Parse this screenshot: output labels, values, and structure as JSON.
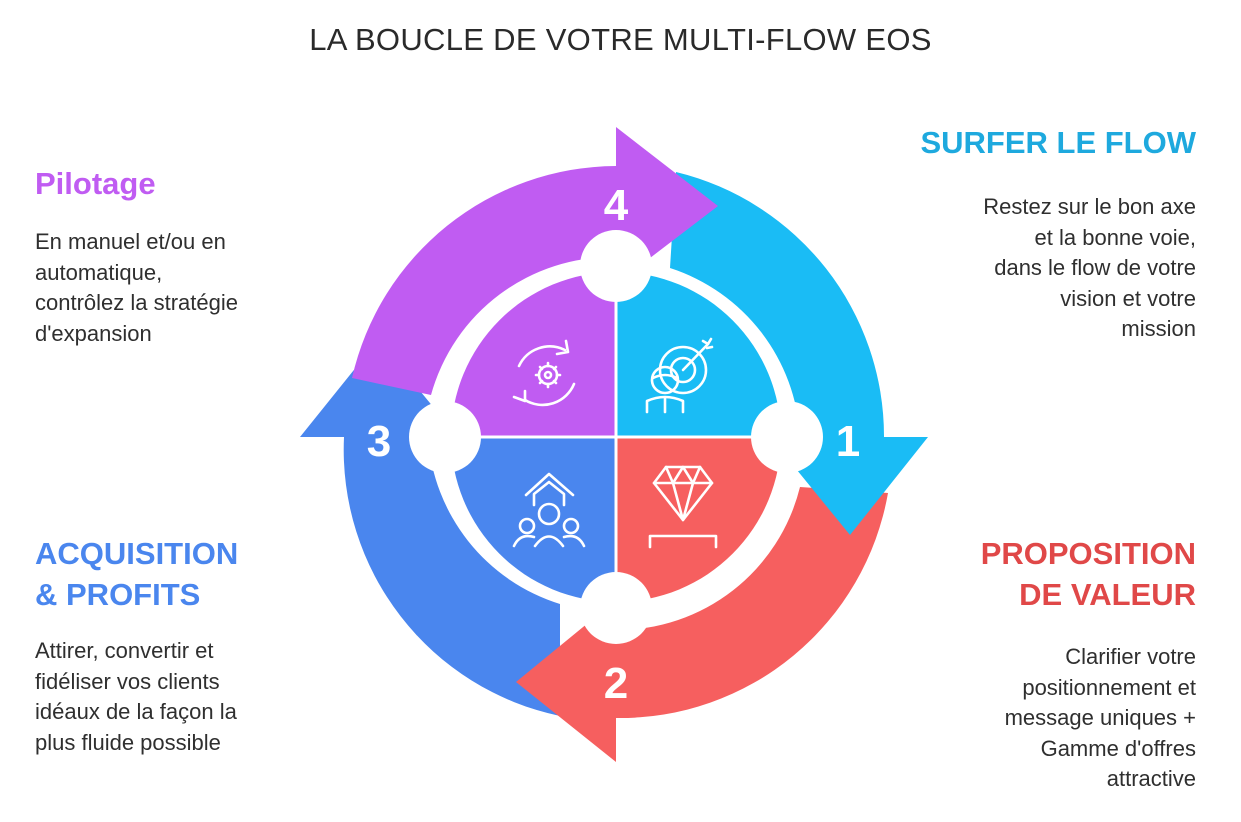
{
  "title": "LA BOUCLE DE VOTRE MULTI-FLOW EOS",
  "colors": {
    "step1": "#1ABCF5",
    "step2": "#F65F5F",
    "step3": "#4A86EE",
    "step4": "#C05CF2"
  },
  "steps": [
    {
      "number": "1",
      "icon": "person-target-icon",
      "heading_lines": [
        "SURFER LE FLOW"
      ],
      "description_lines": [
        "Restez sur le bon axe",
        "et la bonne voie,",
        "dans le flow de votre",
        "vision et votre",
        "mission"
      ]
    },
    {
      "number": "2",
      "icon": "diamond-icon",
      "heading_lines": [
        "PROPOSITION",
        "DE VALEUR"
      ],
      "description_lines": [
        "Clarifier votre",
        "positionnement et",
        "message uniques +",
        "Gamme d'offres",
        "attractive"
      ]
    },
    {
      "number": "3",
      "icon": "group-growth-icon",
      "heading_lines": [
        "ACQUISITION",
        "& PROFITS"
      ],
      "description_lines": [
        "Attirer, convertir et",
        "fidéliser vos clients",
        "idéaux de la façon la",
        "plus fluide possible"
      ]
    },
    {
      "number": "4",
      "icon": "gear-cycle-icon",
      "heading_lines": [
        "Pilotage"
      ],
      "description_lines": [
        "En manuel et/ou en",
        "automatique,",
        "contrôlez la stratégie",
        "d'expansion"
      ]
    }
  ]
}
